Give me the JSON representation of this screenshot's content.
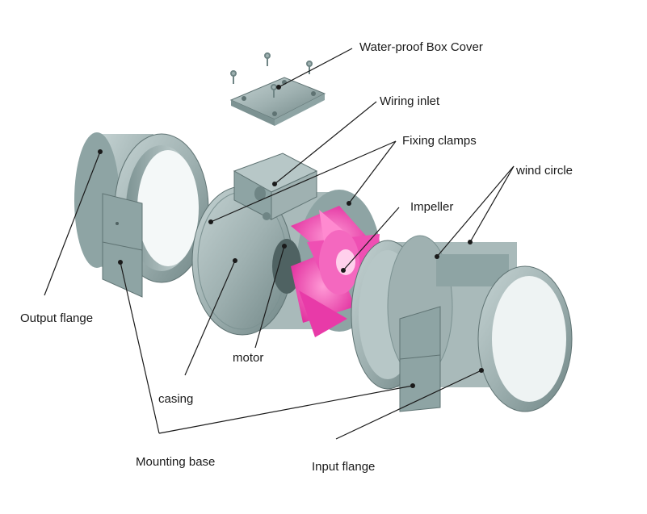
{
  "colors": {
    "body": "#9fb1b1",
    "body_dark": "#6f8585",
    "body_light": "#c9d6d6",
    "impeller": "#e83aa8",
    "impeller_light": "#ff8ad0",
    "leader": "#1a1a1a"
  },
  "labels": {
    "box_cover": "Water-proof  Box Cover",
    "wiring_inlet": "Wiring inlet",
    "fixing_clamps": "Fixing clamps",
    "wind_circle": "wind circle",
    "impeller": "Impeller",
    "output_flange": "Output flange",
    "motor": "motor",
    "casing": "casing",
    "mounting_base": "Mounting base",
    "input_flange": "Input flange"
  }
}
